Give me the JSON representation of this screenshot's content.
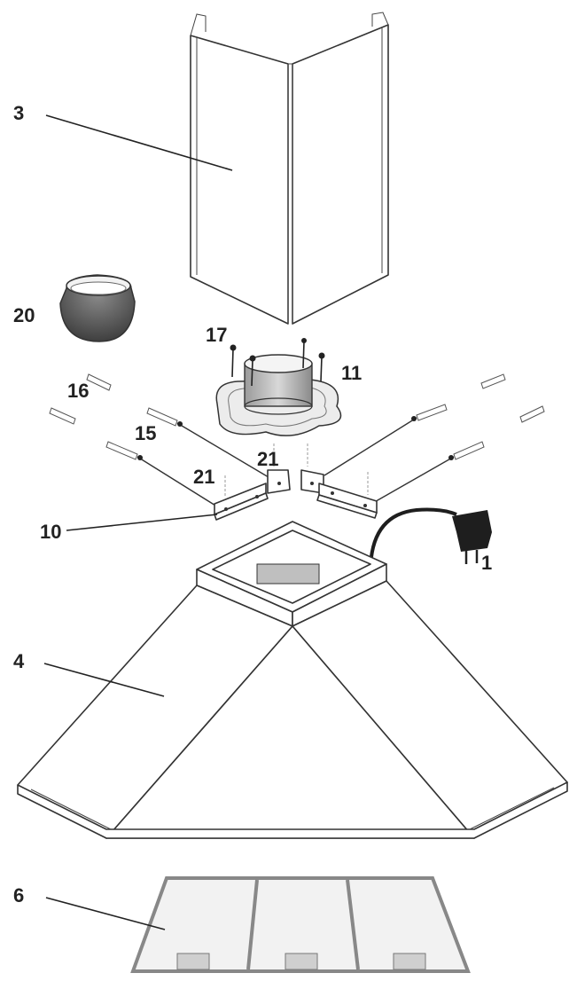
{
  "callouts": {
    "c1": "1",
    "c3": "3",
    "c4": "4",
    "c6": "6",
    "c10": "10",
    "c11": "11",
    "c15": "15",
    "c16": "16",
    "c17": "17",
    "c20": "20",
    "c21a": "21",
    "c21b": "21"
  },
  "colors": {
    "line": "#333333",
    "ring": "#555555",
    "plug": "#1e1e1e",
    "filter_frame": "#888888"
  }
}
